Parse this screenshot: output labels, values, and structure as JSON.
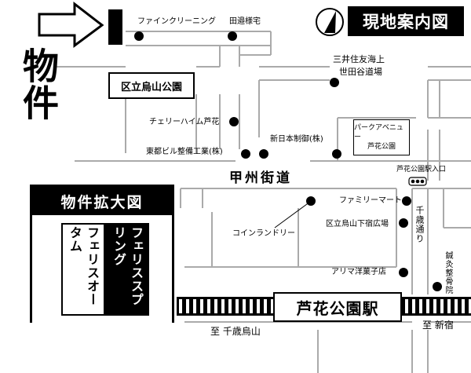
{
  "map": {
    "title": "現地案内図",
    "property_label": "物件",
    "enlarged_title": "物件拡大図",
    "buildings": {
      "spring": "フェリススプリング",
      "autumn": "フェリスオータム"
    },
    "station": "芦花公園駅",
    "avenue": "甲州街道",
    "park": "区立烏山公園",
    "landmarks": {
      "fine_cleaning": "ファインクリーニング",
      "tanabe": "田邉様宅",
      "mitsui_1": "三井住友海上",
      "mitsui_2": "世田谷道場",
      "cherry_heim": "チェリーハイム芦花",
      "nihon_seigyo": "新日本制御(株)",
      "park_avenue_1": "パークアベニュー",
      "park_avenue_2": "芦花公園",
      "toto_bill": "東都ビル整備工業(株)",
      "station_entrance": "芦花公園駅入口",
      "family_mart": "ファミリーマート",
      "coin_laundry": "コインランドリー",
      "shimotakaido_plaza": "区立烏山下宿広場",
      "arima": "アリマ洋菓子店",
      "chitose_street": "千歳通り",
      "acupuncture": "鍼灸整骨院",
      "to_chitose_karasuyama": "至 千歳烏山",
      "to_shinjuku": "至 新宿"
    }
  }
}
